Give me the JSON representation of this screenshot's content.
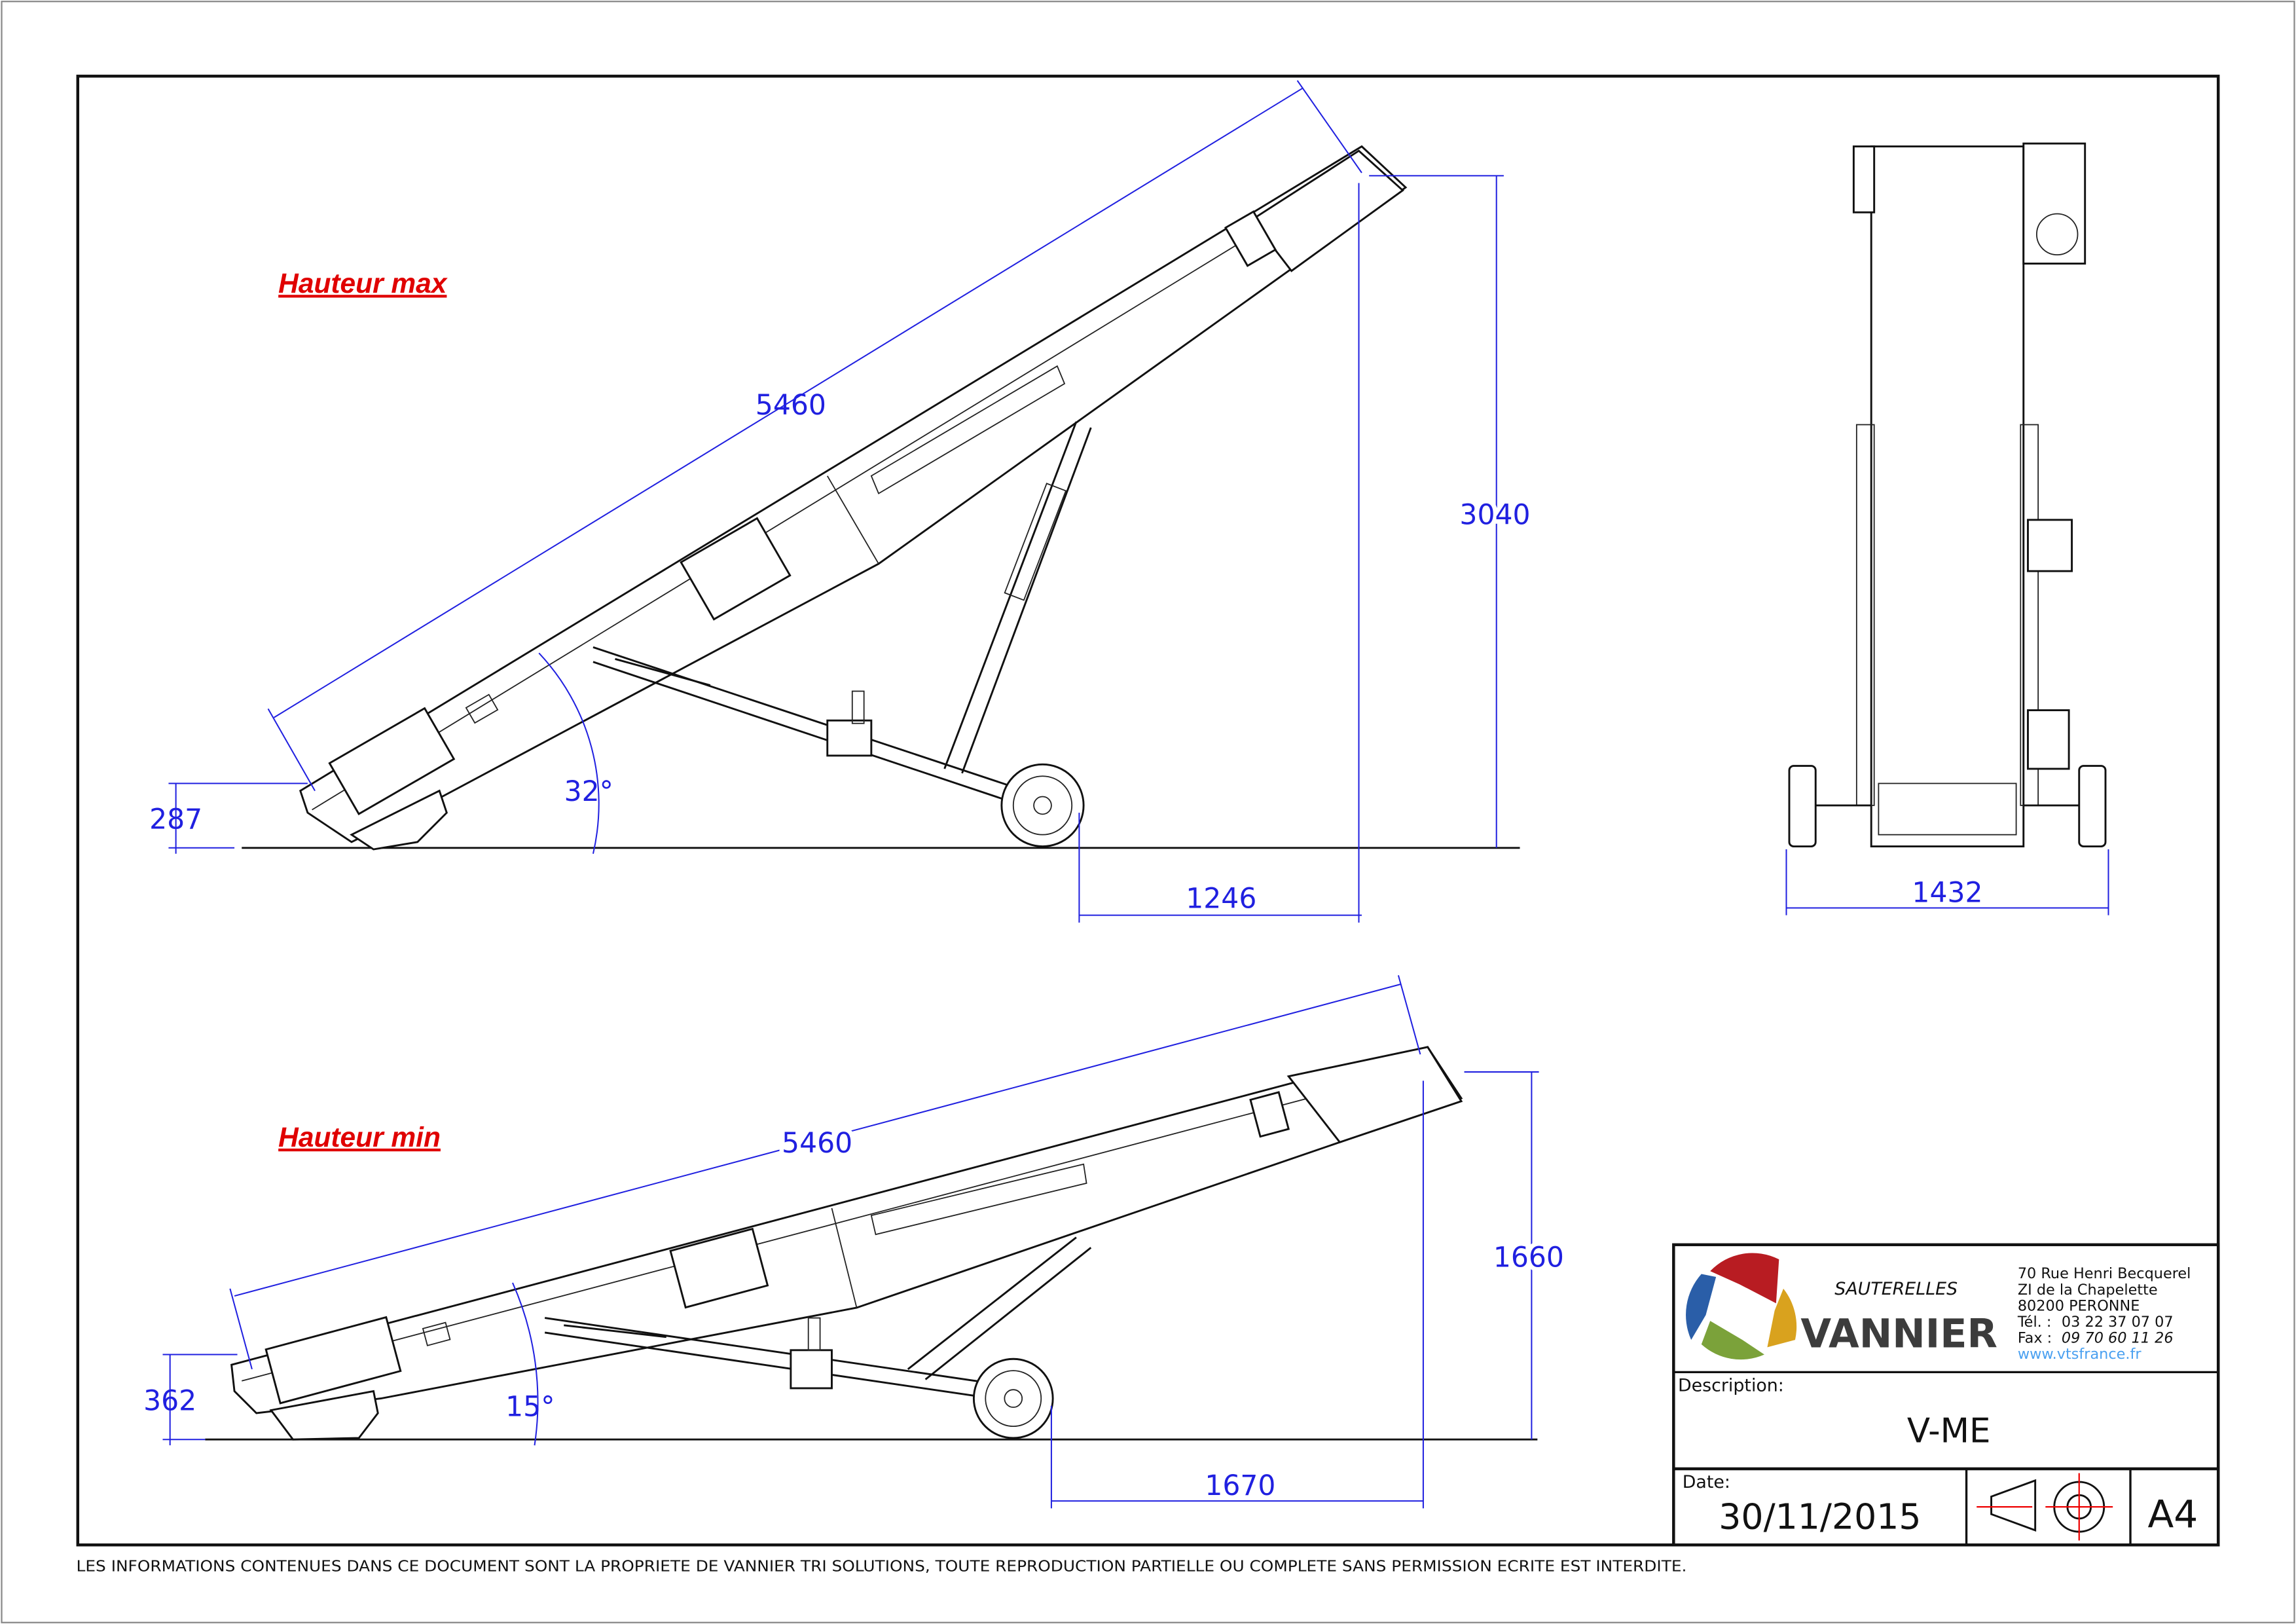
{
  "views": {
    "max": {
      "title": "Hauteur max",
      "length": "5460",
      "height": "3040",
      "overhang": "1246",
      "inlet_height": "287",
      "angle": "32°"
    },
    "min": {
      "title": "Hauteur min",
      "length": "5460",
      "height": "1660",
      "overhang": "1670",
      "inlet_height": "362",
      "angle": "15°"
    },
    "front": {
      "width": "1432"
    }
  },
  "title_block": {
    "brand_top": "SAUTERELLES",
    "brand": "VANNIER",
    "address": [
      "70 Rue Henri Becquerel",
      "ZI de la Chapelette",
      "80200  PERONNE"
    ],
    "tel_label": "Tél. :",
    "tel": "03 22 37 07 07",
    "fax_label": "Fax :",
    "fax": "09 70 60 11 26",
    "website": "www.vtsfrance.fr",
    "description_label": "Description:",
    "description": "V-ME",
    "date_label": "Date:",
    "date": "30/11/2015",
    "format": "A4",
    "colors": {
      "link": "#4aa0f0",
      "brand": "#3c3c3c",
      "dimension": "#2020e0",
      "heading": "#e00000"
    }
  },
  "footer": "LES INFORMATIONS CONTENUES DANS CE DOCUMENT  SONT LA PROPRIETE DE VANNIER TRI SOLUTIONS, TOUTE REPRODUCTION PARTIELLE OU COMPLETE SANS PERMISSION ECRITE  EST INTERDITE."
}
